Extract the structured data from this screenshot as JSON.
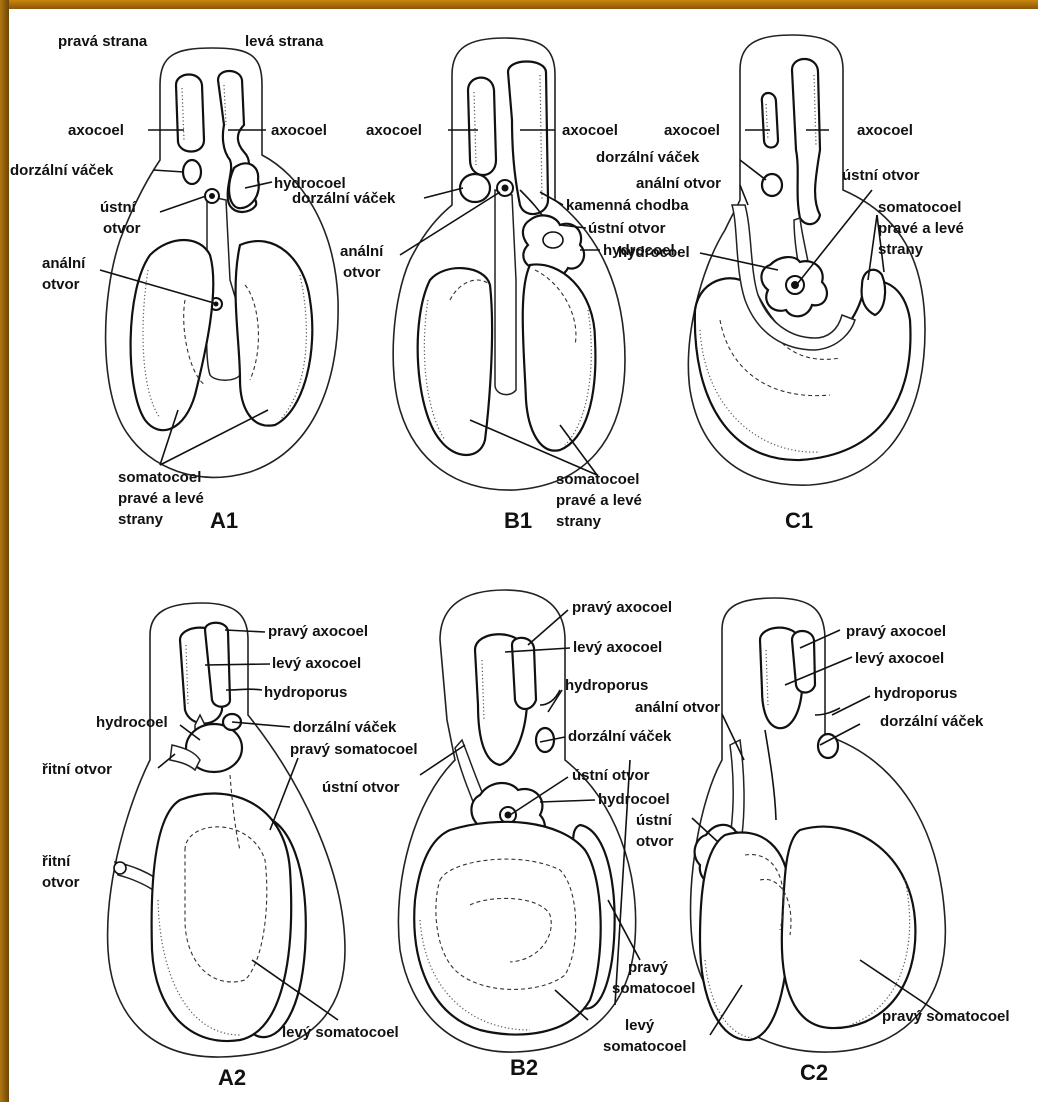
{
  "panels": {
    "A1": {
      "title": "A1",
      "header_right_side": "pravá strana",
      "header_left_side": "levá strana",
      "axocoel_right": "axocoel",
      "axocoel_left": "axocoel",
      "dorsal_sac": "dorzální váček",
      "hydrocoel": "hydrocoel",
      "mouth_line1": "ústní",
      "mouth_line2": "otvor",
      "anus_line1": "anální",
      "anus_line2": "otvor",
      "somatocoel_line1": "somatocoel",
      "somatocoel_line2": "pravé a levé",
      "somatocoel_line3": "strany"
    },
    "B1": {
      "title": "B1",
      "axocoel_right": "axocoel",
      "axocoel_left": "axocoel",
      "dorsal_sac": "dorzální váček",
      "stone_canal": "kamenná chodba",
      "mouth": "ústní otvor",
      "hydrocoel": "hydrocoel",
      "anus_line1": "anální",
      "anus_line2": "otvor",
      "somatocoel_line1": "somatocoel",
      "somatocoel_line2": "pravé a levé",
      "somatocoel_line3": "strany"
    },
    "C1": {
      "title": "C1",
      "axocoel_right": "axocoel",
      "axocoel_left": "axocoel",
      "dorsal_sac": "dorzální váček",
      "anus": "anální otvor",
      "mouth": "ústní otvor",
      "somatocoel_line1": "somatocoel",
      "somatocoel_line2": "pravé a levé",
      "somatocoel_line3": "strany",
      "hydrocoel": "hydrocoel"
    },
    "A2": {
      "title": "A2",
      "right_axocoel": "pravý axocoel",
      "left_axocoel": "levý axocoel",
      "hydroporus": "hydroporus",
      "hydrocoel": "hydrocoel",
      "dorsal_sac": "dorzální váček",
      "right_somatocoel": "pravý somatocoel",
      "rectal_opening_top": "řitní otvor",
      "rectal_line1": "řitní",
      "rectal_line2": "otvor",
      "left_somatocoel": "levý somatocoel"
    },
    "B2": {
      "title": "B2",
      "right_axocoel": "pravý axocoel",
      "left_axocoel": "levý axocoel",
      "hydroporus": "hydroporus",
      "anus": "anální otvor",
      "dorsal_sac": "dorzální váček",
      "mouth_left": "ústní otvor",
      "mouth_right": "ústní otvor",
      "hydrocoel": "hydrocoel",
      "right_somatocoel_line1": "pravý",
      "right_somatocoel_line2": "somatocoel",
      "left_somatocoel_line1": "levý",
      "left_somatocoel_line2": "somatocoel"
    },
    "C2": {
      "title": "C2",
      "right_axocoel": "pravý axocoel",
      "left_axocoel": "levý axocoel",
      "hydroporus": "hydroporus",
      "dorsal_sac": "dorzální váček",
      "mouth_line1": "ústní",
      "mouth_line2": "otvor",
      "right_somatocoel": "pravý somatocoel"
    }
  }
}
